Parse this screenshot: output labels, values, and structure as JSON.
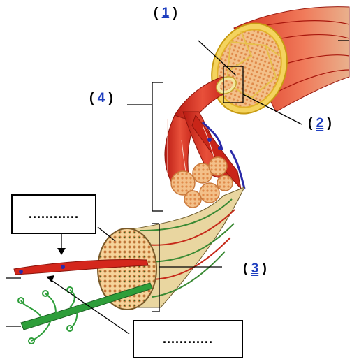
{
  "labels": {
    "l1": {
      "open": "( ",
      "num": "1",
      "close": " )"
    },
    "l2": {
      "open": "( ",
      "num": "2",
      "close": " )"
    },
    "l3": {
      "open": "( ",
      "num": "3",
      "close": " )"
    },
    "l4": {
      "open": "( ",
      "num": "4",
      "close": " )"
    }
  },
  "answer_boxes": {
    "top_left": "............",
    "bottom": "............"
  },
  "colors": {
    "muscle_red": "#d4271c",
    "fascicle_yellow": "#f2c94c",
    "fiber_tan": "#f0b27a",
    "nerve_green": "#2e9e3a",
    "vessel_blue": "#2a2aa8",
    "label_blue": "#1f3fbf"
  }
}
